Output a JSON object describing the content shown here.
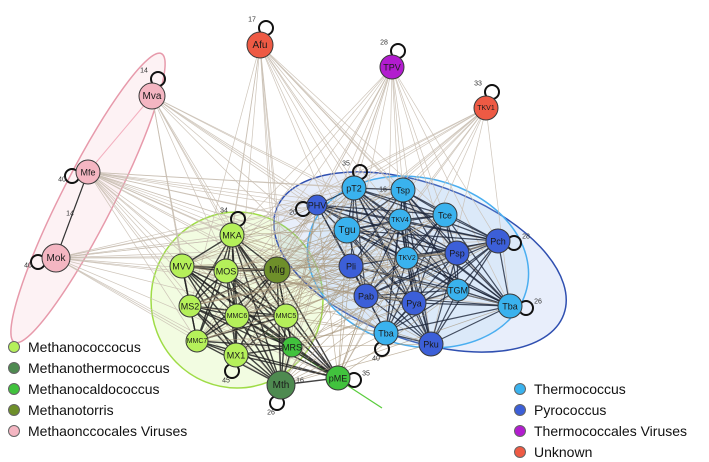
{
  "legend_left": [
    {
      "label": "Methanococcocus",
      "color": "#b5f05a"
    },
    {
      "label": "Methanothermococcus",
      "color": "#4e8a50"
    },
    {
      "label": "Methanocaldococcus",
      "color": "#41c23d"
    },
    {
      "label": "Methanotorris",
      "color": "#6e8f2a"
    },
    {
      "label": "Methaonccocales Viruses",
      "color": "#f4b6c2"
    }
  ],
  "legend_right": [
    {
      "label": "Thermococcus",
      "color": "#3ab2ee"
    },
    {
      "label": "Pyrococcus",
      "color": "#3c5fd8"
    },
    {
      "label": "Thermococcales Viruses",
      "color": "#b21ccf"
    },
    {
      "label": "Unknown",
      "color": "#ee5a44"
    }
  ],
  "nodes": [
    {
      "label": "Afu",
      "self_loop": "17",
      "color": "#ee5a44"
    },
    {
      "label": "TPV",
      "self_loop": "28",
      "color": "#b21ccf"
    },
    {
      "label": "TKV1",
      "self_loop": "33",
      "color": "#ee5a44"
    },
    {
      "label": "Mva",
      "self_loop": "14",
      "color": "#f4b6c2"
    },
    {
      "label": "Mfe",
      "self_loop": "40",
      "color": "#f4b6c2"
    },
    {
      "label": "Mok",
      "self_loop": "40",
      "color": "#f4b6c2"
    },
    {
      "label": "MKA",
      "self_loop": "34",
      "color": "#b5f05a"
    },
    {
      "label": "MVV",
      "self_loop": "",
      "color": "#b5f05a"
    },
    {
      "label": "MOS",
      "self_loop": "",
      "color": "#b5f05a"
    },
    {
      "label": "Mig",
      "self_loop": "",
      "color": "#6e8f2a"
    },
    {
      "label": "MS2",
      "self_loop": "",
      "color": "#b5f05a"
    },
    {
      "label": "MMC6",
      "self_loop": "",
      "color": "#b5f05a"
    },
    {
      "label": "MMC5",
      "self_loop": "",
      "color": "#b5f05a"
    },
    {
      "label": "MMC7",
      "self_loop": "",
      "color": "#b5f05a"
    },
    {
      "label": "MX1",
      "self_loop": "45",
      "color": "#b5f05a"
    },
    {
      "label": "MRS",
      "self_loop": "",
      "color": "#41c23d"
    },
    {
      "label": "Mth",
      "self_loop": "26",
      "color": "#4e8a50"
    },
    {
      "label": "pME",
      "self_loop": "35",
      "color": "#41c23d"
    },
    {
      "label": "PHV",
      "self_loop": "20",
      "color": "#3c5fd8"
    },
    {
      "label": "pT2",
      "self_loop": "35",
      "color": "#3ab2ee"
    },
    {
      "label": "Tsp",
      "self_loop": "",
      "color": "#3ab2ee"
    },
    {
      "label": "Tgu",
      "self_loop": "",
      "color": "#3ab2ee"
    },
    {
      "label": "TKV4",
      "self_loop": "",
      "color": "#3ab2ee"
    },
    {
      "label": "Tce",
      "self_loop": "",
      "color": "#3ab2ee"
    },
    {
      "label": "Pch",
      "self_loop": "28",
      "color": "#3c5fd8"
    },
    {
      "label": "Pli",
      "self_loop": "",
      "color": "#3c5fd8"
    },
    {
      "label": "TKV2",
      "self_loop": "",
      "color": "#3ab2ee"
    },
    {
      "label": "Psp",
      "self_loop": "",
      "color": "#3c5fd8"
    },
    {
      "label": "Pab",
      "self_loop": "",
      "color": "#3c5fd8"
    },
    {
      "label": "Pya",
      "self_loop": "",
      "color": "#3c5fd8"
    },
    {
      "label": "TGM",
      "self_loop": "",
      "color": "#3ab2ee"
    },
    {
      "label": "Tba",
      "self_loop": "26",
      "color": "#3ab2ee"
    },
    {
      "label": "Tba",
      "self_loop": "40",
      "color": "#3ab2ee"
    },
    {
      "label": "Pku",
      "self_loop": "",
      "color": "#3c5fd8"
    }
  ],
  "edge_labels": [
    "14",
    "16",
    "16"
  ]
}
